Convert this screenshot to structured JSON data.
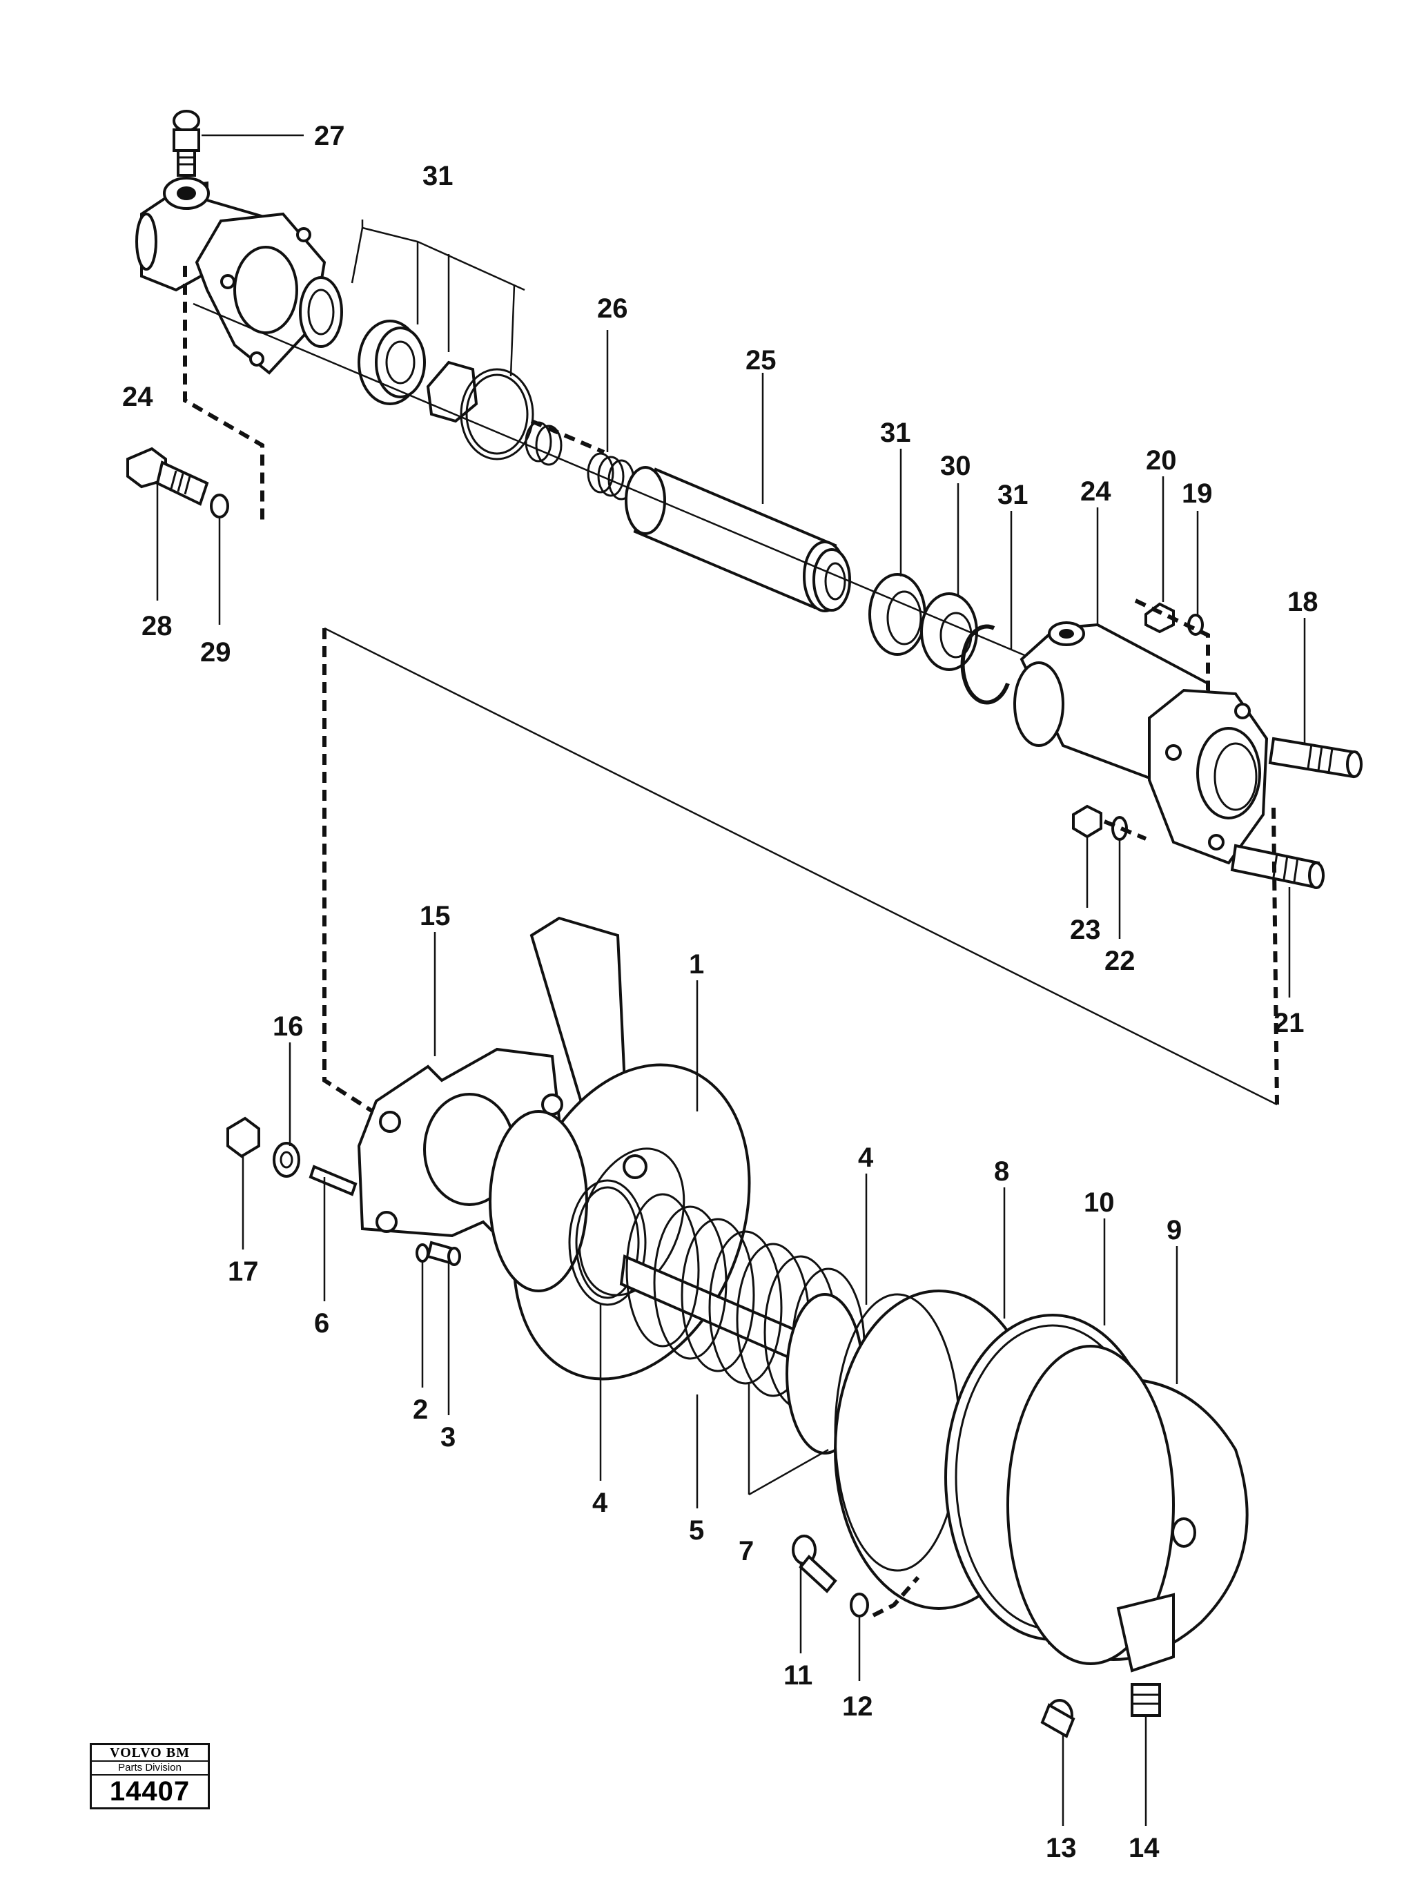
{
  "part_labels": {
    "p27": "27",
    "p31_top": "31",
    "p26": "26",
    "p25": "25",
    "p24_left": "24",
    "p28": "28",
    "p29": "29",
    "p31_mid": "31",
    "p30": "30",
    "p31_right": "31",
    "p24_right": "24",
    "p20": "20",
    "p19": "19",
    "p18": "18",
    "p23": "23",
    "p22": "22",
    "p21": "21",
    "p15": "15",
    "p1": "1",
    "p16": "16",
    "p4_top": "4",
    "p8": "8",
    "p10": "10",
    "p9": "9",
    "p17": "17",
    "p6": "6",
    "p2": "2",
    "p3": "3",
    "p4_bottom": "4",
    "p5": "5",
    "p7": "7",
    "p11": "11",
    "p12": "12",
    "p13": "13",
    "p14": "14"
  },
  "logo": {
    "brand": "VOLVO BM",
    "division": "Parts Division",
    "number": "14407"
  }
}
